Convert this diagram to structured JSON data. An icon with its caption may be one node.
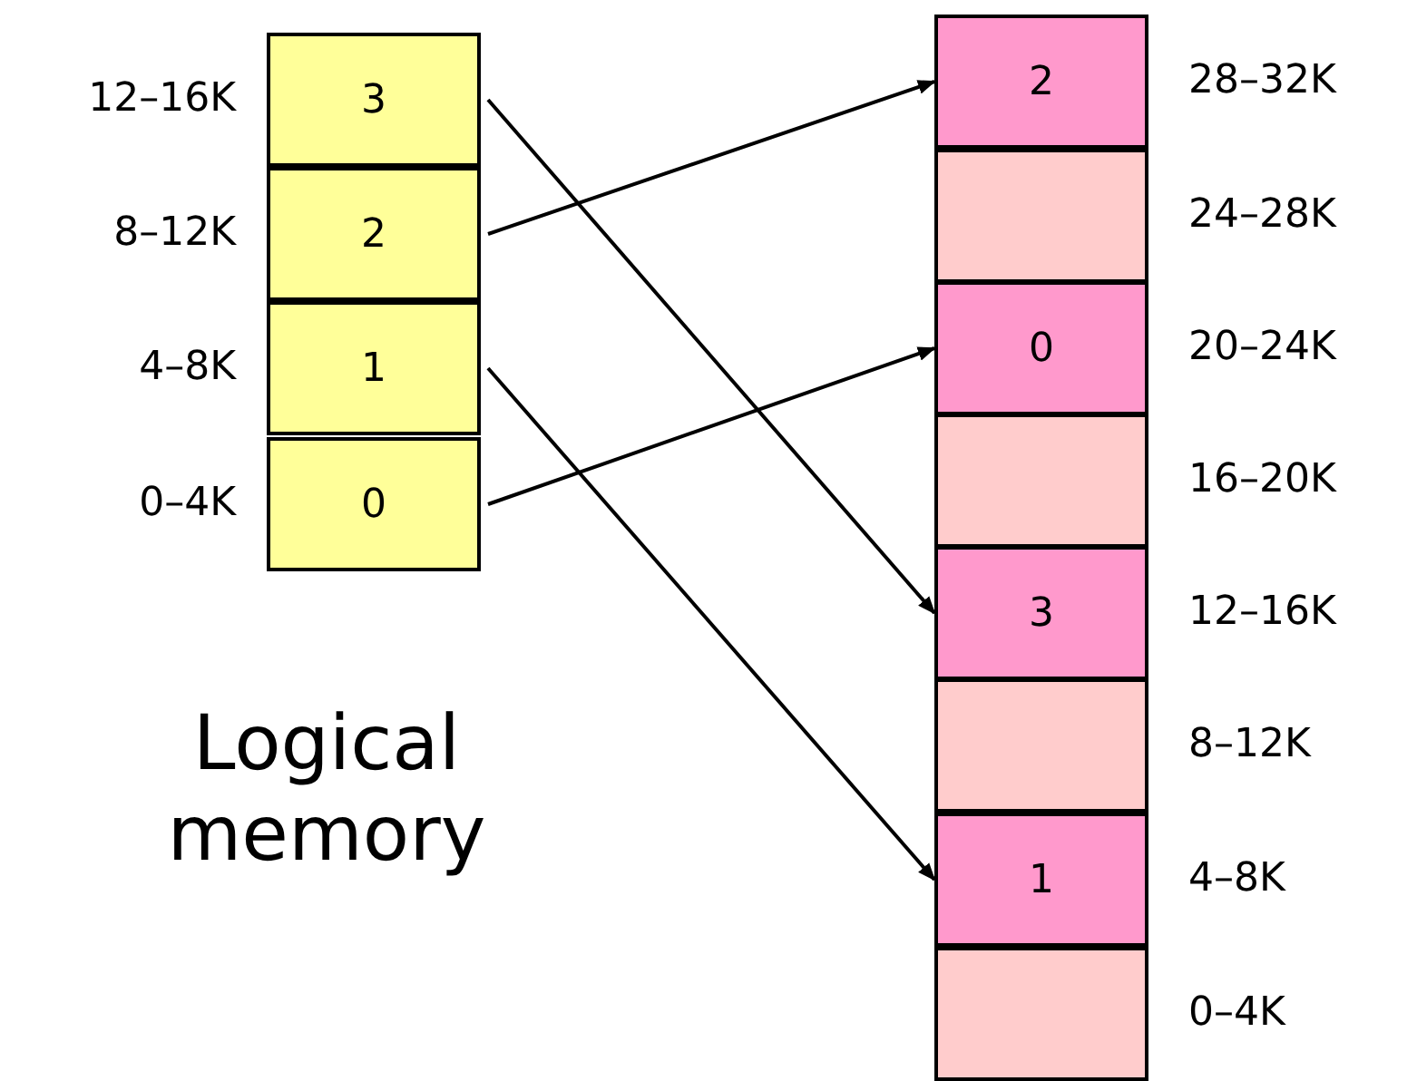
{
  "diagram": {
    "nodes": [
      {
        "text": [
          "3"
        ],
        "beside": [
          "12–16K"
        ]
      },
      {
        "text": [
          "2"
        ],
        "beside": [
          "8–12K"
        ]
      },
      {
        "text": [
          "1"
        ],
        "beside": [
          "4–8K"
        ]
      },
      {
        "text": [
          "0"
        ],
        "beside": [
          "0–4K"
        ]
      },
      {
        "text": [
          "2"
        ],
        "beside": [
          "28–32K"
        ]
      },
      {
        "text": [],
        "shape": "box",
        "beside": [
          "24–28K"
        ]
      },
      {
        "text": [
          "0"
        ],
        "beside": [
          "20–24K"
        ]
      },
      {
        "text": [],
        "shape": "box",
        "beside": [
          "16–20K"
        ]
      },
      {
        "text": [
          "3"
        ],
        "beside": [
          "12–16K"
        ]
      },
      {
        "text": [],
        "shape": "box",
        "beside": [
          "8–12K"
        ]
      },
      {
        "text": [
          "1"
        ],
        "beside": [
          "4–8K"
        ]
      },
      {
        "text": [],
        "shape": "box",
        "beside": [
          "0–4K"
        ]
      }
    ],
    "edges": [
      {
        "from": 0,
        "to": 8,
        "arrow": "to"
      },
      {
        "from": 1,
        "to": 4,
        "arrow": "to"
      },
      {
        "from": 2,
        "to": 10,
        "arrow": "to"
      },
      {
        "from": 3,
        "to": 6,
        "arrow": "to"
      }
    ],
    "labels": [
      "Logical memory"
    ]
  }
}
